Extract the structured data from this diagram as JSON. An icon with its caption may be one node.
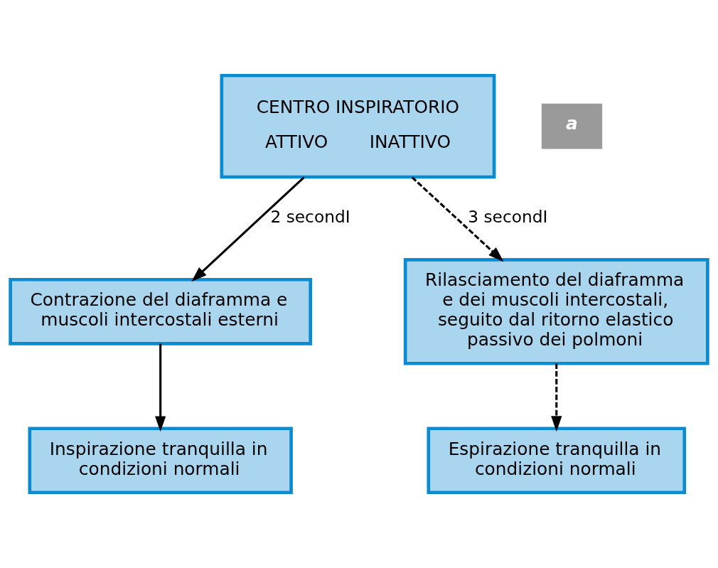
{
  "diagram": {
    "nodes": [
      {
        "text": [
          "CENTRO INSPIRATORIO",
          "ATTIVO",
          "INATTIVO"
        ]
      },
      {
        "text": [
          "Contrazione del diaframma e muscoli intercostali esterni"
        ]
      },
      {
        "text": [
          "Rilasciamento del diaframma e dei muscoli intercostali, seguito dal ritorno elastico passivo dei polmoni"
        ]
      },
      {
        "text": [
          "Inspirazione tranquilla in condizioni normali"
        ]
      },
      {
        "text": [
          "Espirazione tranquilla in condizioni normali"
        ]
      }
    ],
    "edges": [
      {
        "from": 0,
        "to": 1,
        "arrow": "to",
        "label": "2 secondI"
      },
      {
        "from": 0,
        "to": 2,
        "arrow": "to",
        "label": "3 secondI",
        "style": "dashed"
      },
      {
        "from": 1,
        "to": 3,
        "arrow": "to"
      },
      {
        "from": 2,
        "to": 4,
        "arrow": "to",
        "style": "dashed"
      }
    ],
    "labels": [
      "a"
    ]
  }
}
